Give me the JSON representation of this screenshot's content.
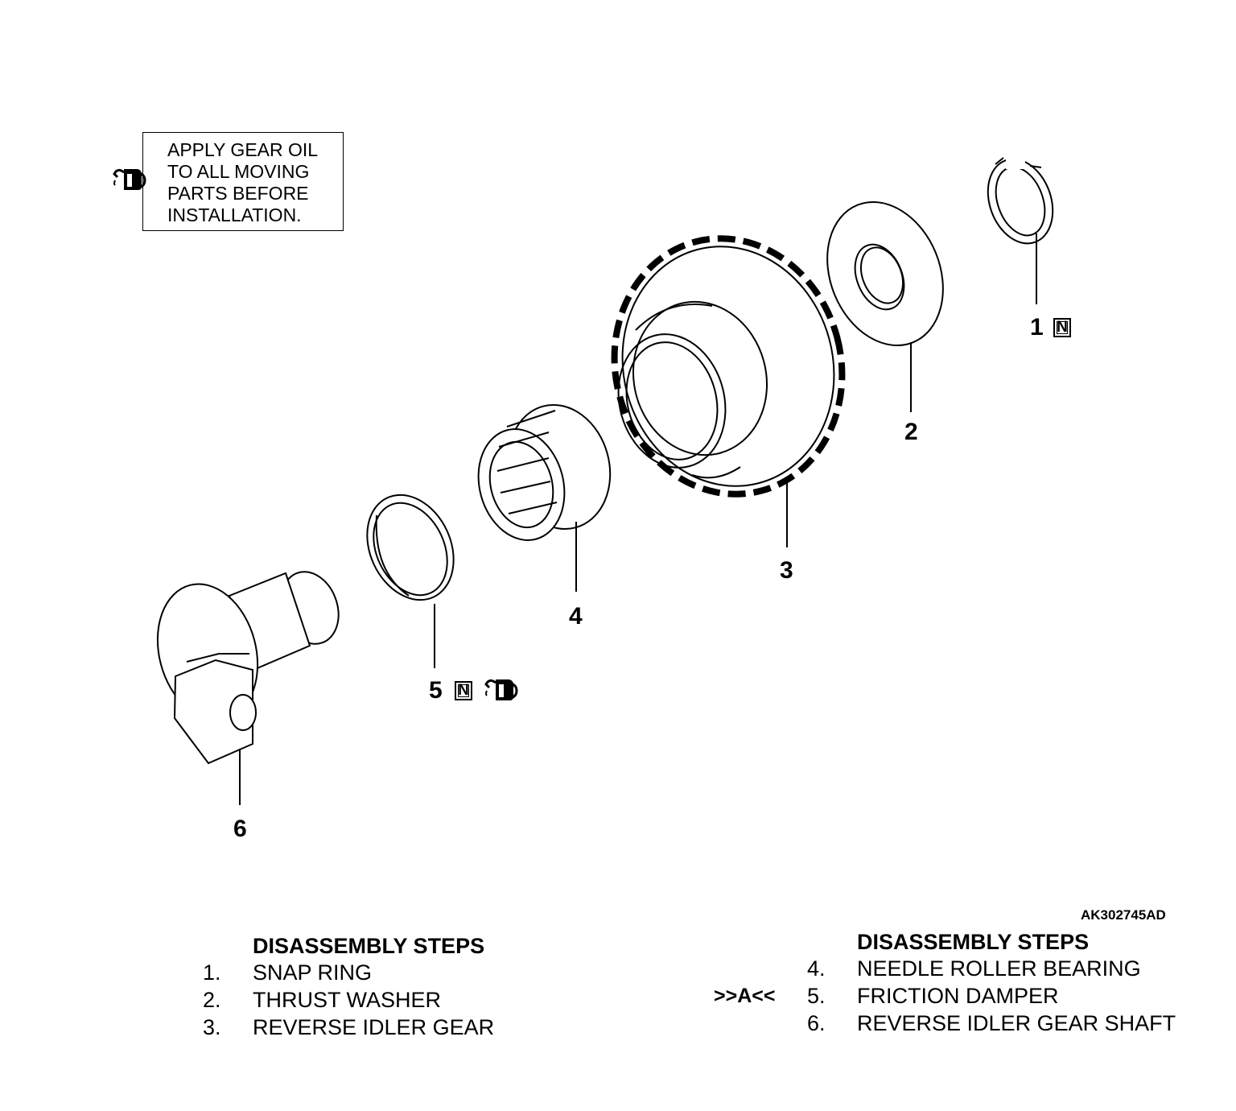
{
  "note": {
    "lines": [
      "APPLY GEAR OIL",
      "TO ALL MOVING",
      "PARTS BEFORE",
      "INSTALLATION."
    ],
    "icon": "oil-can-icon"
  },
  "callouts": [
    {
      "num": "1",
      "badge": "N"
    },
    {
      "num": "2"
    },
    {
      "num": "3"
    },
    {
      "num": "4"
    },
    {
      "num": "5",
      "badge": "N",
      "icon": "oil-can-icon"
    },
    {
      "num": "6"
    }
  ],
  "figure_code": "AK302745AD",
  "steps_left": {
    "heading": "DISASSEMBLY STEPS",
    "items": [
      {
        "num": "1.",
        "label": "SNAP RING"
      },
      {
        "num": "2.",
        "label": "THRUST WASHER"
      },
      {
        "num": "3.",
        "label": "REVERSE IDLER GEAR"
      }
    ]
  },
  "steps_right": {
    "heading": "DISASSEMBLY STEPS",
    "items": [
      {
        "num": "4.",
        "label": "NEEDLE ROLLER BEARING",
        "mark": ""
      },
      {
        "num": "5.",
        "label": "FRICTION DAMPER",
        "mark": ">>A<<"
      },
      {
        "num": "6.",
        "label": "REVERSE IDLER GEAR SHAFT",
        "mark": ""
      }
    ]
  }
}
